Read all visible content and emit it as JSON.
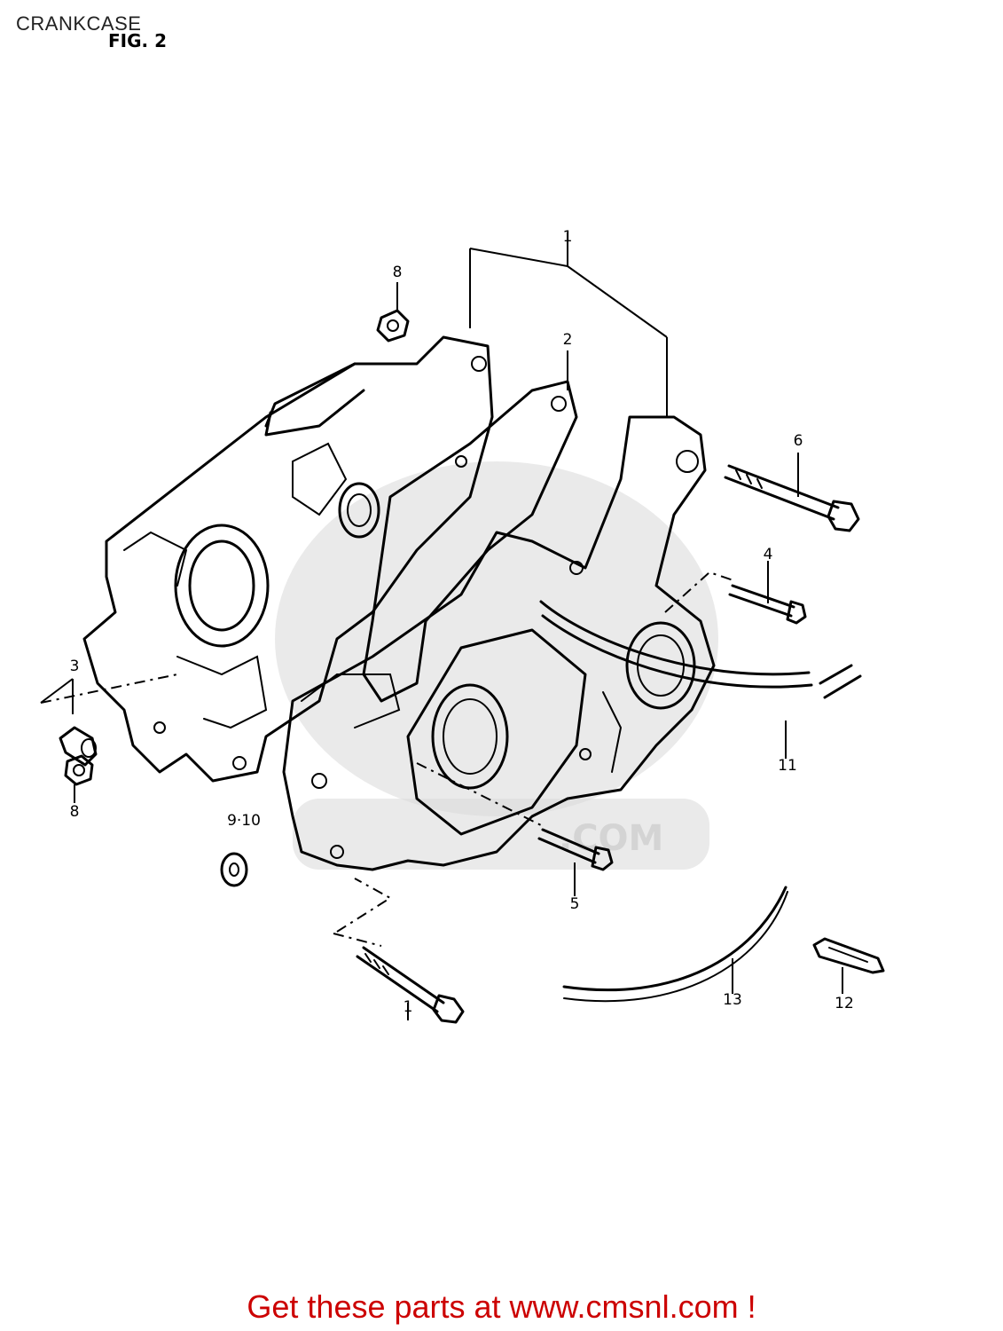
{
  "header": {
    "title": "CRANKCASE",
    "figure_label": "FIG. 2"
  },
  "callouts": {
    "c1_top": "1",
    "c2": "2",
    "c3": "3",
    "c4": "4",
    "c5": "5",
    "c6": "6",
    "c8_top": "8",
    "c8_bottom": "8",
    "c9_10": "9·10",
    "c11": "11",
    "c12": "12",
    "c13": "13",
    "c1_bottom": "1"
  },
  "watermark": {
    "text": ".COM"
  },
  "footer": {
    "link_text": "Get these parts at www.cmsnl.com !"
  },
  "colors": {
    "footer_text": "#cc0000",
    "line_art": "#000000",
    "watermark": "#d4d4d4"
  }
}
